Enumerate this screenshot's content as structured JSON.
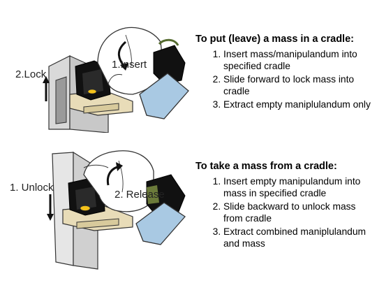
{
  "panel_top": {
    "label_lock": "2.Lock",
    "label_insert": "1.Insert",
    "heading": "To put (leave) a mass in a cradle:",
    "steps": [
      "Insert mass/manipulandum into specified cradle",
      "Slide forward to lock mass into cradle",
      "Extract empty maniplulandum only"
    ]
  },
  "panel_bottom": {
    "label_unlock": "1. Unlock",
    "label_release": "2. Release",
    "heading": "To take a mass from a cradle:",
    "steps": [
      "Insert empty manipulandum into mass in specified cradle",
      "Slide backward to unlock mass from cradle",
      "Extract combined maniplulandum and mass"
    ]
  },
  "colors": {
    "sleeve": "#a9c9e3",
    "mass_black": "#111111",
    "cradle_tan": "#e8dcb8",
    "rail_gray": "#c8c8c8",
    "handle_yellow": "#f5c21a"
  }
}
